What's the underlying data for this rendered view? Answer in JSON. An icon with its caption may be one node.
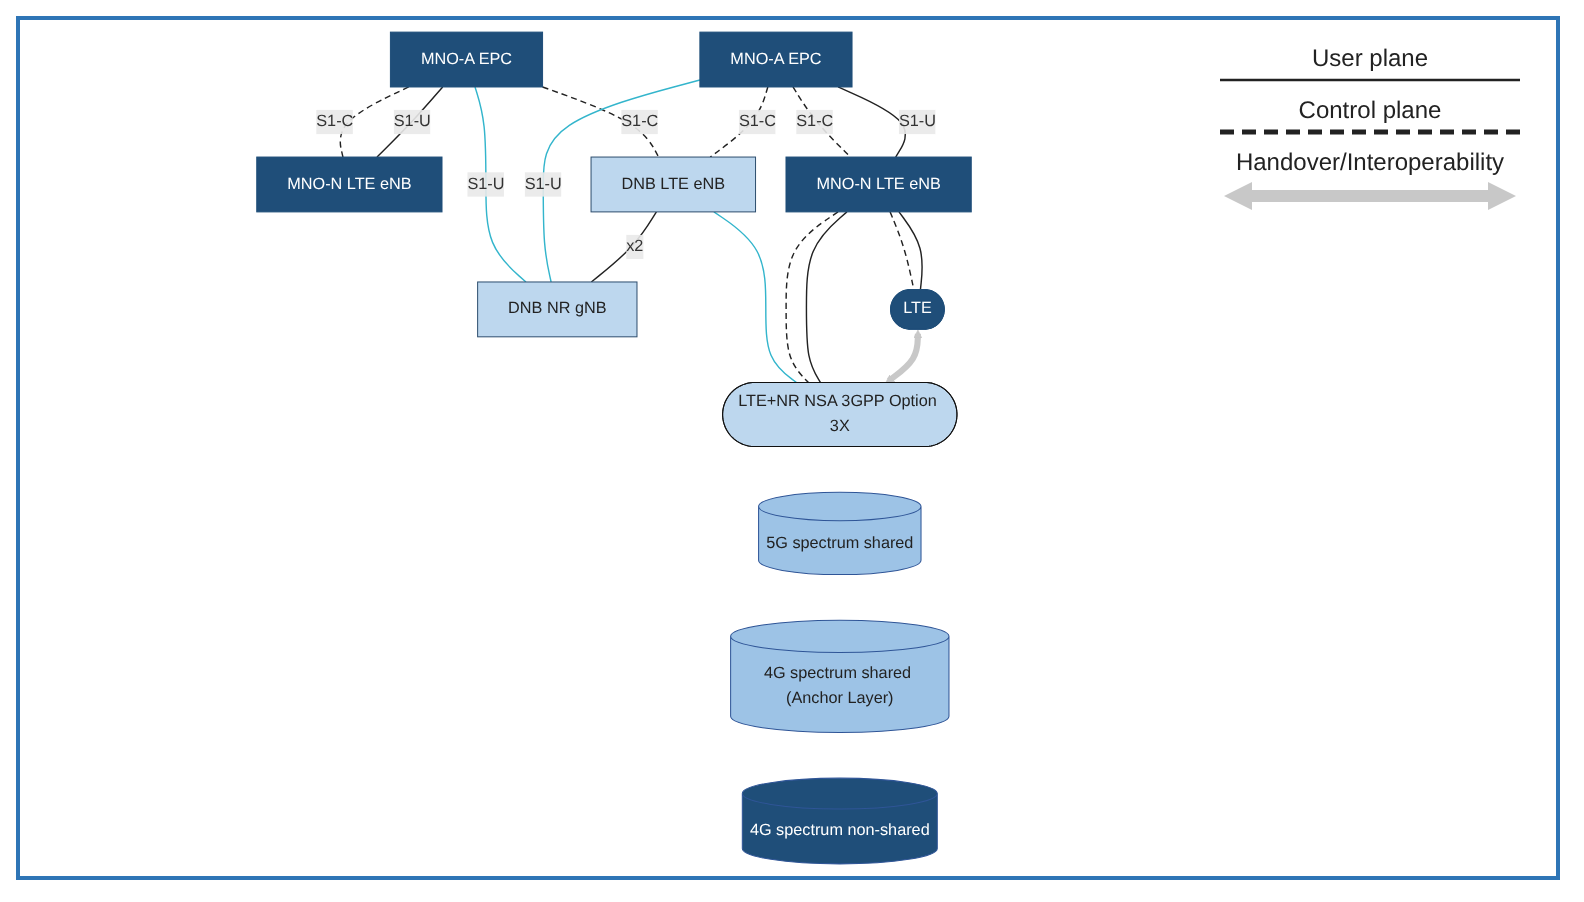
{
  "diagram": {
    "nodes": [
      {
        "text": [
          "MNO-A EPC"
        ]
      },
      {
        "text": [
          "MNO-A EPC"
        ]
      },
      {
        "text": [
          "MNO-N LTE eNB"
        ]
      },
      {
        "text": [
          "MNO-N LTE eNB"
        ]
      },
      {
        "text": [
          "DNB LTE eNB"
        ]
      },
      {
        "text": [
          "DNB NR gNB"
        ]
      },
      {
        "text": [
          "LTE+NR NSA 3GPP Option 3X"
        ]
      },
      {
        "text": [
          "LTE"
        ]
      },
      {
        "text": [
          "5G spectrum shared"
        ]
      },
      {
        "text": [
          "4G spectrum shared (Anchor Layer)"
        ]
      },
      {
        "text": [
          "4G spectrum non-shared"
        ]
      }
    ],
    "edges": [
      {
        "from": 0,
        "to": 2,
        "arrow": "none",
        "label": "S1-C",
        "style": "dashed"
      },
      {
        "from": 0,
        "to": 2,
        "arrow": "none",
        "label": "S1-U"
      },
      {
        "from": 1,
        "to": 3,
        "arrow": "none",
        "label": "S1-C",
        "style": "dashed"
      },
      {
        "from": 1,
        "to": 3,
        "arrow": "none",
        "label": "S1-U"
      },
      {
        "from": 0,
        "to": 4,
        "arrow": "none",
        "label": "S1-C",
        "style": "dashed"
      },
      {
        "from": 1,
        "to": 4,
        "arrow": "none",
        "label": "S1-C",
        "style": "dashed"
      },
      {
        "from": 0,
        "to": 5,
        "arrow": "none",
        "label": "S1-U",
        "color": "#33b5cc"
      },
      {
        "from": 1,
        "to": 5,
        "arrow": "none",
        "label": "S1-U",
        "color": "#33b5cc"
      },
      {
        "from": 4,
        "to": 5,
        "arrow": "none",
        "label": "x2"
      },
      {
        "from": 4,
        "to": 6,
        "arrow": "none",
        "color": "#33b5cc"
      },
      {
        "from": 3,
        "to": 7,
        "arrow": "none",
        "style": "dashed"
      },
      {
        "from": 3,
        "to": 7,
        "arrow": "none"
      },
      {
        "from": 3,
        "to": 6,
        "arrow": "none",
        "style": "dashed"
      },
      {
        "from": 3,
        "to": 6,
        "arrow": "none"
      },
      {
        "from": 7,
        "to": 6,
        "arrow": "both",
        "style": "thick",
        "color": "#c8c8c8"
      }
    ],
    "legend": [
      {
        "text": "User plane"
      },
      {
        "text": "Control plane"
      },
      {
        "text": "Handover/Interoperability"
      }
    ]
  }
}
